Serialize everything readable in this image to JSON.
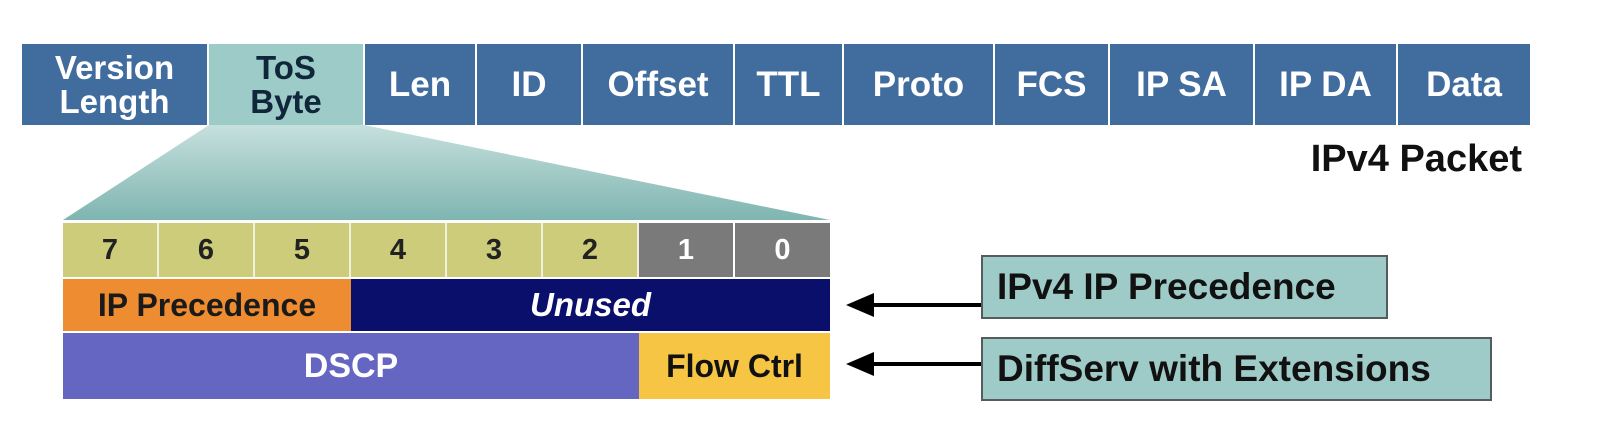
{
  "packet": {
    "fields": [
      {
        "label": "Version\nLength",
        "highlight": false
      },
      {
        "label": "ToS\nByte",
        "highlight": true
      },
      {
        "label": "Len",
        "highlight": false
      },
      {
        "label": "ID",
        "highlight": false
      },
      {
        "label": "Offset",
        "highlight": false
      },
      {
        "label": "TTL",
        "highlight": false
      },
      {
        "label": "Proto",
        "highlight": false
      },
      {
        "label": "FCS",
        "highlight": false
      },
      {
        "label": "IP SA",
        "highlight": false
      },
      {
        "label": "IP DA",
        "highlight": false
      },
      {
        "label": "Data",
        "highlight": false
      }
    ],
    "caption": "IPv4 Packet"
  },
  "tos_byte": {
    "bits": [
      "7",
      "6",
      "5",
      "4",
      "3",
      "2",
      "1",
      "0"
    ],
    "ip_precedence_label": "IP Precedence",
    "unused_label": "Unused",
    "dscp_label": "DSCP",
    "flow_ctrl_label": "Flow Ctrl"
  },
  "annotations": {
    "precedence": "IPv4 IP Precedence",
    "diffserv": "DiffServ with Extensions"
  },
  "colors": {
    "packet_field": "#416c9e",
    "tos_field": "#9ccbc8",
    "bit_header": "#cdcc7a",
    "bit_header_unused": "#7a7a7a",
    "ip_precedence": "#ee8c31",
    "unused": "#0a0f6b",
    "dscp": "#6566c2",
    "flow_ctrl": "#f6c544",
    "annotation_box": "#9ecbc7"
  }
}
